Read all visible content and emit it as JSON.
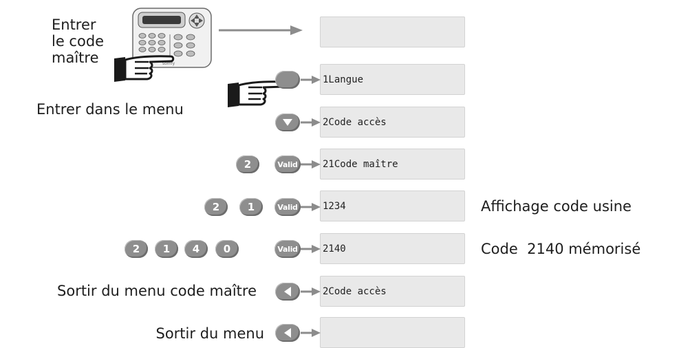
{
  "labels": {
    "entrer_code": [
      "Entrer",
      "le code",
      "maître"
    ],
    "entrer_menu": "Entrer dans le menu",
    "sortir_code_maitre": "Sortir du menu code maître",
    "sortir_menu": "Sortir du menu"
  },
  "keypad": {
    "brand": "somfy"
  },
  "screens": [
    "",
    "1Langue",
    "2Code accès",
    "21Code maître",
    "1234",
    "2140",
    "2Code accès",
    ""
  ],
  "buttons": {
    "row3": [
      "2",
      "Valid"
    ],
    "row4": [
      "2",
      "1",
      "Valid"
    ],
    "row5": [
      "2",
      "1",
      "4",
      "0",
      "Valid"
    ]
  },
  "notes": {
    "row4": "Affichage code usine",
    "row5": "Code  2140 mémorisé"
  },
  "colors": {
    "button": "#8e8e8e",
    "screen": "#e9e9e9",
    "arrow": "#8c8c8c"
  }
}
